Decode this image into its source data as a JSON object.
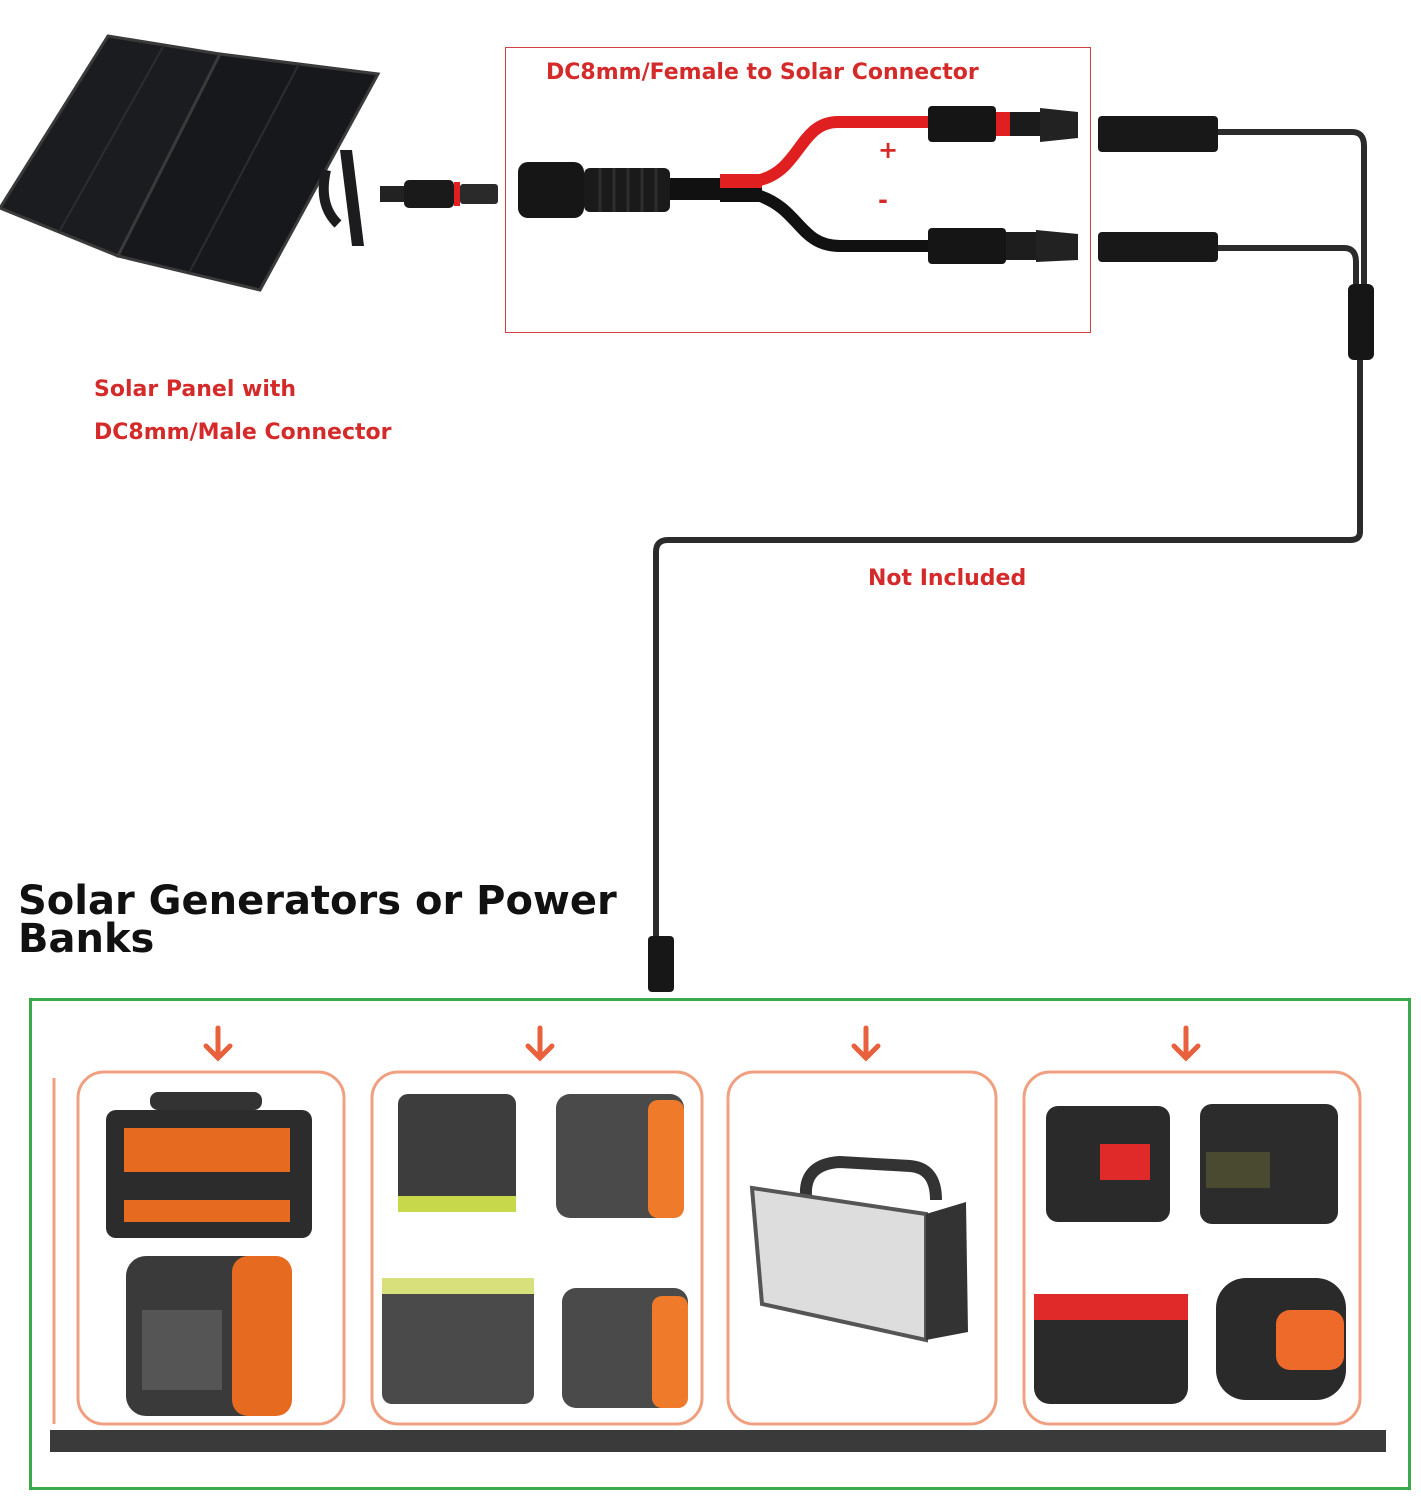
{
  "colors": {
    "label_red": "#d42a2a",
    "cable_box_border": "#d04040",
    "products_border": "#3aaa4a",
    "arrow_orange": "#e8603c",
    "wire_red": "#e02020",
    "wire_black": "#111111"
  },
  "solar_panel": {
    "label_line1": "Solar Panel with",
    "label_line2": "DC8mm/Male Connector"
  },
  "cable": {
    "title": "DC8mm/Female to Solar Connector",
    "positive": "+",
    "negative": "-"
  },
  "extension": {
    "label": "Not Included"
  },
  "generators": {
    "title": "Solar Generators or Power Banks"
  }
}
